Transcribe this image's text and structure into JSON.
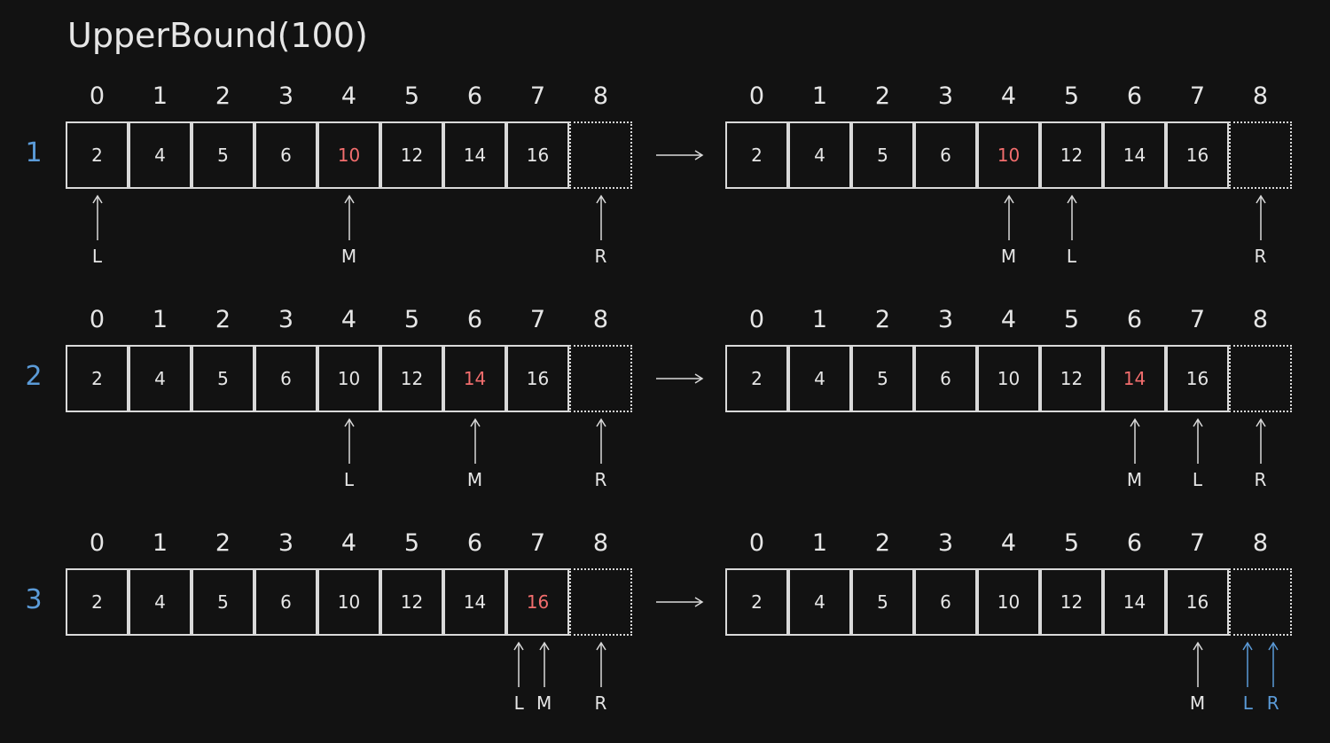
{
  "title": "UpperBound(100)",
  "indices": [
    "0",
    "1",
    "2",
    "3",
    "4",
    "5",
    "6",
    "7",
    "8"
  ],
  "values": [
    "2",
    "4",
    "5",
    "6",
    "10",
    "12",
    "14",
    "16",
    ""
  ],
  "steps": [
    {
      "label": "1",
      "before": {
        "highlight": 4,
        "pointers": [
          {
            "label": "L",
            "at": 0,
            "color": "white"
          },
          {
            "label": "M",
            "at": 4,
            "color": "white"
          },
          {
            "label": "R",
            "at": 8,
            "color": "white"
          }
        ]
      },
      "after": {
        "highlight": 4,
        "pointers": [
          {
            "label": "M",
            "at": 4,
            "color": "white"
          },
          {
            "label": "L",
            "at": 5,
            "color": "white"
          },
          {
            "label": "R",
            "at": 8,
            "color": "white"
          }
        ]
      }
    },
    {
      "label": "2",
      "before": {
        "highlight": 6,
        "pointers": [
          {
            "label": "L",
            "at": 4,
            "color": "white"
          },
          {
            "label": "M",
            "at": 6,
            "color": "white"
          },
          {
            "label": "R",
            "at": 8,
            "color": "white"
          }
        ]
      },
      "after": {
        "highlight": 6,
        "pointers": [
          {
            "label": "M",
            "at": 6,
            "color": "white"
          },
          {
            "label": "L",
            "at": 7,
            "color": "white"
          },
          {
            "label": "R",
            "at": 8,
            "color": "white"
          }
        ]
      }
    },
    {
      "label": "3",
      "before": {
        "highlight": 7,
        "pointers": [
          {
            "label": "L",
            "at": 6.7,
            "color": "white"
          },
          {
            "label": "M",
            "at": 7.1,
            "color": "white"
          },
          {
            "label": "R",
            "at": 8,
            "color": "white"
          }
        ]
      },
      "after": {
        "highlight": -1,
        "pointers": [
          {
            "label": "M",
            "at": 7,
            "color": "white"
          },
          {
            "label": "L",
            "at": 7.8,
            "color": "blue"
          },
          {
            "label": "R",
            "at": 8.2,
            "color": "blue"
          }
        ]
      }
    }
  ],
  "colors": {
    "background": "#121212",
    "stroke": "#d9d9d9",
    "text": "#e6e6e6",
    "highlight": "#f26d6d",
    "step_label": "#5b9bd8"
  }
}
